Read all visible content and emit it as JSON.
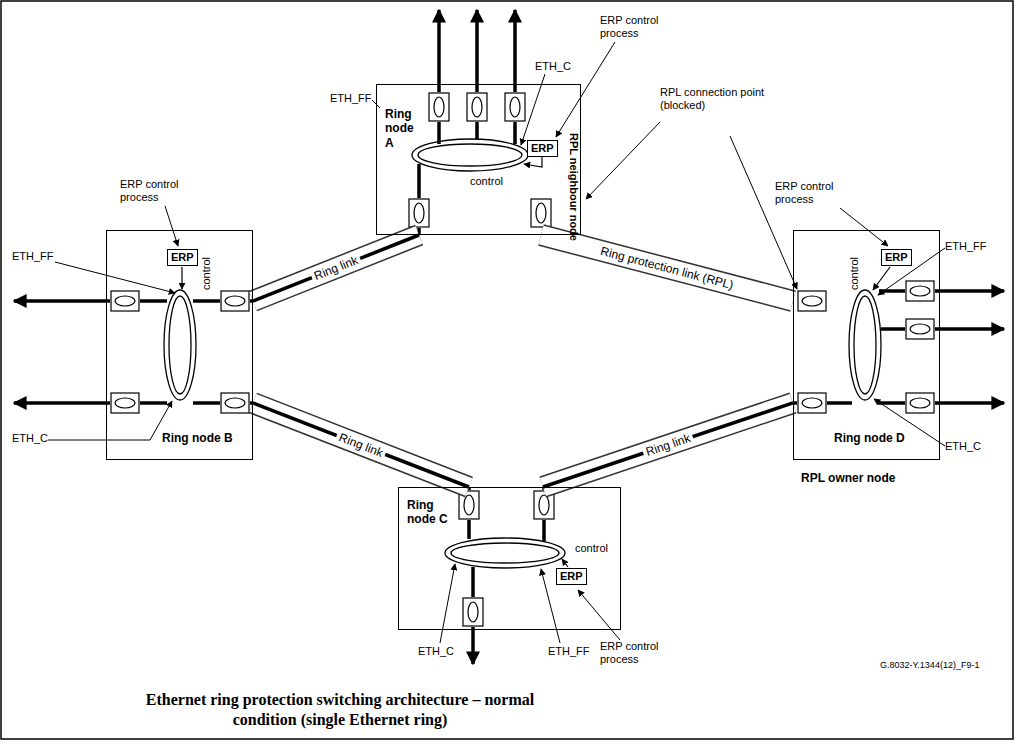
{
  "diagram": {
    "caption": "Ethernet ring protection switching architecture – normal condition (single Ethernet ring)",
    "nodes": [
      {
        "text": [
          "Ring node A",
          "RPL neighbour node"
        ]
      },
      {
        "text": [
          "ERP"
        ],
        "in": 0
      },
      {
        "text": [
          "Ring node B"
        ]
      },
      {
        "text": [
          "ERP"
        ],
        "in": 2
      },
      {
        "text": [
          "Ring node C"
        ]
      },
      {
        "text": [
          "ERP"
        ],
        "in": 4
      },
      {
        "text": [
          "Ring node D",
          "RPL owner node"
        ]
      },
      {
        "text": [
          "ERP"
        ],
        "in": 6
      }
    ],
    "edges": [
      {
        "from": 0,
        "to": 2,
        "arrow": "none",
        "label": "Ring link"
      },
      {
        "from": 2,
        "to": 4,
        "arrow": "none",
        "label": "Ring link"
      },
      {
        "from": 4,
        "to": 6,
        "arrow": "none",
        "label": "Ring link"
      },
      {
        "from": 0,
        "to": 6,
        "arrow": "none",
        "label": "Ring protection link (RPL)"
      }
    ],
    "labels": [
      "ERP control process",
      "ETH_FF",
      "ETH_C",
      "control",
      "RPL connection point (blocked)",
      "ERP control process",
      "ETH_FF",
      "ETH_C",
      "control",
      "ERP control process",
      "ETH_FF",
      "ETH_C",
      "control",
      "ETH_C",
      "ETH_FF",
      "ERP control process",
      "control",
      "G.8032-Y.1344(12)_F9-1"
    ]
  }
}
